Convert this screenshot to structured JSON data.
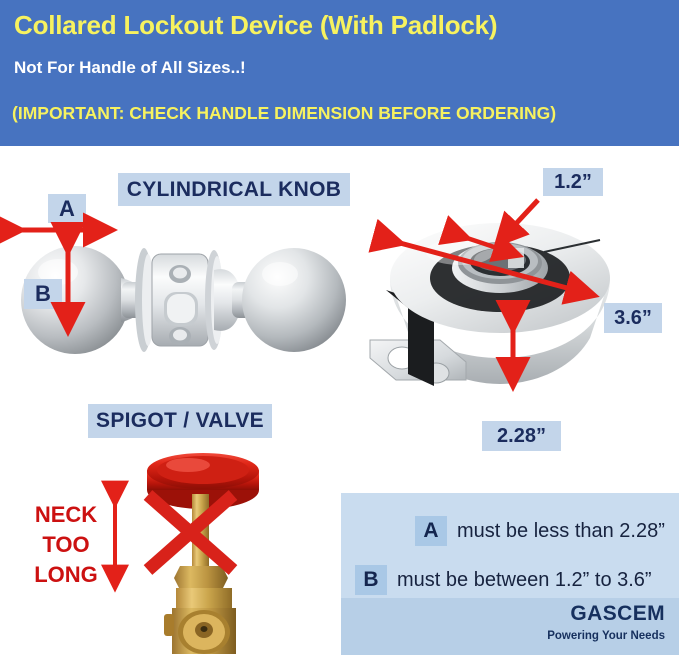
{
  "header": {
    "title": "Collared Lockout Device (With Padlock)",
    "subtitle_1": "Not For Handle of All Sizes..!",
    "subtitle_2": "(IMPORTANT: CHECK HANDLE DIMENSION BEFORE ORDERING)",
    "background_color": "#4773c0",
    "title_color": "#f7f25f",
    "subtitle_1_color": "#ffffff",
    "subtitle_2_color": "#f7f25f"
  },
  "knob_section": {
    "caption": "CYLINDRICAL KNOB",
    "dimension_a_label": "A",
    "dimension_b_label": "B"
  },
  "device_section": {
    "dimension_bore": "1.2”",
    "dimension_diameter": "3.6”",
    "dimension_height": "2.28”"
  },
  "spigot_section": {
    "caption": "SPIGOT / VALVE",
    "warning_line_1": "NECK",
    "warning_line_2": "TOO",
    "warning_line_3": "LONG",
    "warning_color": "#cc1111",
    "reject_mark": "cross-mark"
  },
  "spec_panel": {
    "rows": [
      {
        "key": "A",
        "text": "must be less than 2.28”"
      },
      {
        "key": "B",
        "text": "must be between 1.2” to 3.6”"
      }
    ],
    "brand_name": "GASCEM",
    "brand_tagline": "Powering Your Needs",
    "panel_color": "#c9dcef",
    "brand_strip_color": "#b7cfe7"
  },
  "colors": {
    "accent_red": "#e32119",
    "chip_blue": "#c3d5ea",
    "dark_navy": "#1b2c5e"
  }
}
